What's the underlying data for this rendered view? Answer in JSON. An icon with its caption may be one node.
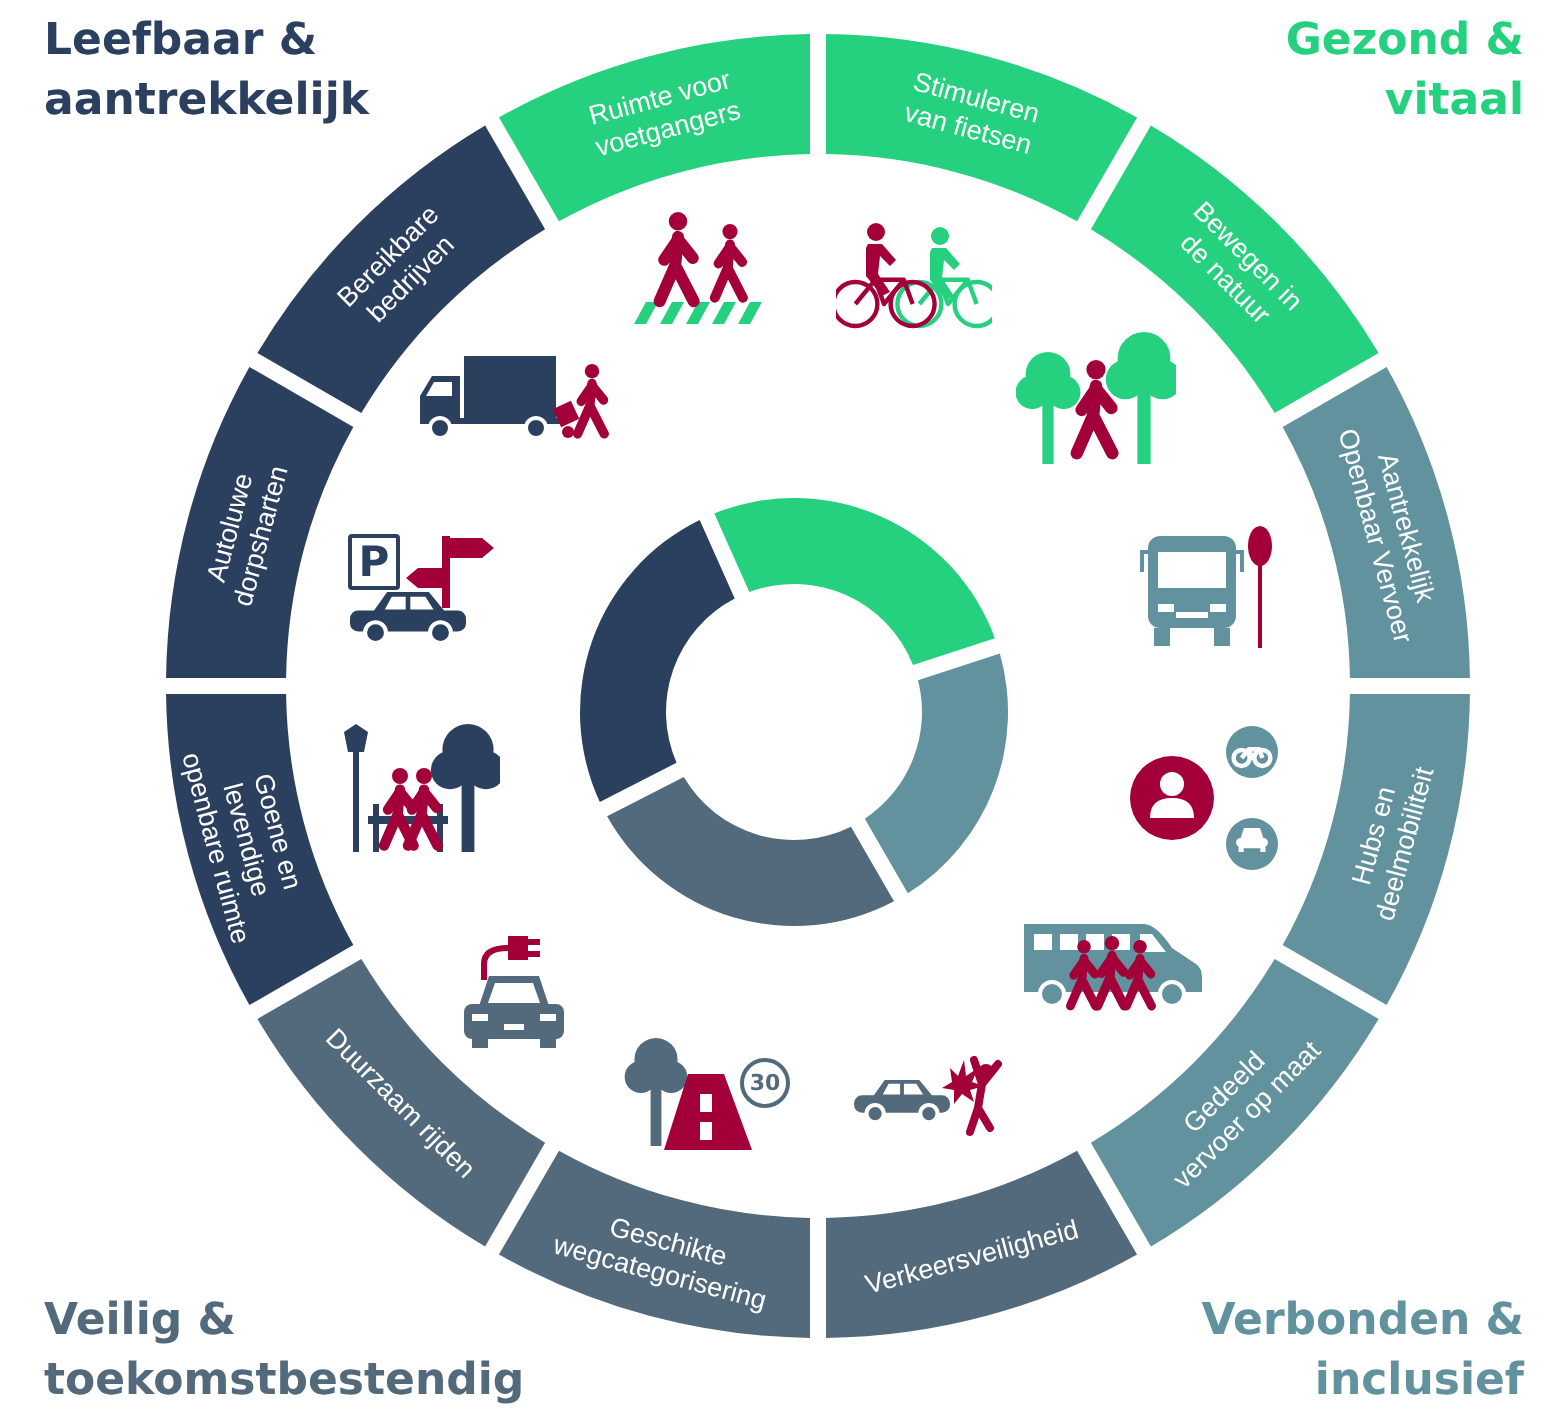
{
  "diagram": {
    "nodes": [
      {
        "text": [
          "Ruimte voor voetgangers"
        ]
      },
      {
        "text": [
          "Stimuleren van fietsen"
        ]
      },
      {
        "text": [
          "Bewegen in de natuur"
        ]
      },
      {
        "text": [
          "Aantrekkelijk Openbaar Vervoer"
        ]
      },
      {
        "text": [
          "Hubs en deelmobiliteit"
        ]
      },
      {
        "text": [
          "Gedeeld vervoer op maat"
        ]
      },
      {
        "text": [
          "Verkeersveiligheid"
        ]
      },
      {
        "text": [
          "Geschikte wegcategorisering"
        ]
      },
      {
        "text": [
          "Duurzaam rijden"
        ]
      },
      {
        "text": [
          "Goene en levendige openbare ruimte"
        ]
      },
      {
        "text": [
          "Autoluwe dorpsharten"
        ]
      },
      {
        "text": [
          "Bereikbare bedrijven"
        ]
      }
    ],
    "labels": [
      "Leefbaar & aantrekkelijk",
      "Gezond & vitaal",
      "P",
      "30",
      "Veilig & toekomstbestendig",
      "Verbonden & inclusief"
    ]
  }
}
